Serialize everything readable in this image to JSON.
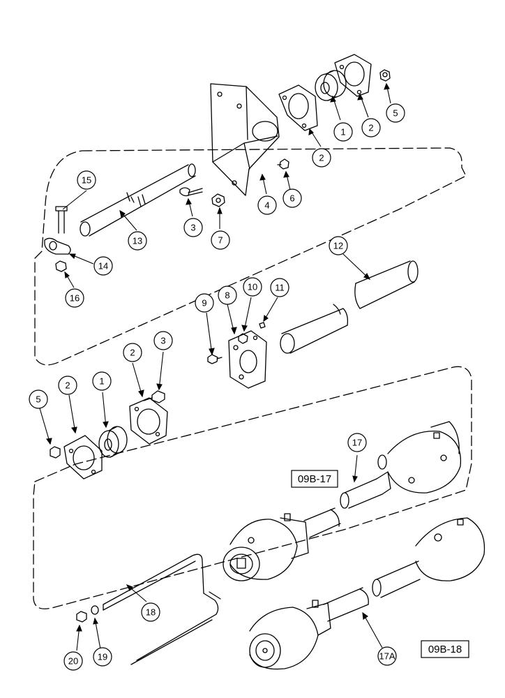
{
  "diagram": {
    "ink_color": "#000000",
    "background_color": "#ffffff",
    "callouts": [
      {
        "id": "c1a",
        "label": "1"
      },
      {
        "id": "c2a",
        "label": "2"
      },
      {
        "id": "c2b",
        "label": "2"
      },
      {
        "id": "c5a",
        "label": "5"
      },
      {
        "id": "c4",
        "label": "4"
      },
      {
        "id": "c6",
        "label": "6"
      },
      {
        "id": "c15",
        "label": "15"
      },
      {
        "id": "c13",
        "label": "13"
      },
      {
        "id": "c3a",
        "label": "3"
      },
      {
        "id": "c7",
        "label": "7"
      },
      {
        "id": "c14",
        "label": "14"
      },
      {
        "id": "c16",
        "label": "16"
      },
      {
        "id": "c12",
        "label": "12"
      },
      {
        "id": "c9",
        "label": "9"
      },
      {
        "id": "c8",
        "label": "8"
      },
      {
        "id": "c10",
        "label": "10"
      },
      {
        "id": "c11",
        "label": "11"
      },
      {
        "id": "c2c",
        "label": "2"
      },
      {
        "id": "c3b",
        "label": "3"
      },
      {
        "id": "c5b",
        "label": "5"
      },
      {
        "id": "c2d",
        "label": "2"
      },
      {
        "id": "c1b",
        "label": "1"
      },
      {
        "id": "c17",
        "label": "17"
      },
      {
        "id": "c18",
        "label": "18"
      },
      {
        "id": "c20",
        "label": "20"
      },
      {
        "id": "c19",
        "label": "19"
      },
      {
        "id": "c17a",
        "label": "17A"
      }
    ],
    "reference_boxes": [
      {
        "id": "ref1",
        "label": "09B-17"
      },
      {
        "id": "ref2",
        "label": "09B-18"
      }
    ]
  }
}
